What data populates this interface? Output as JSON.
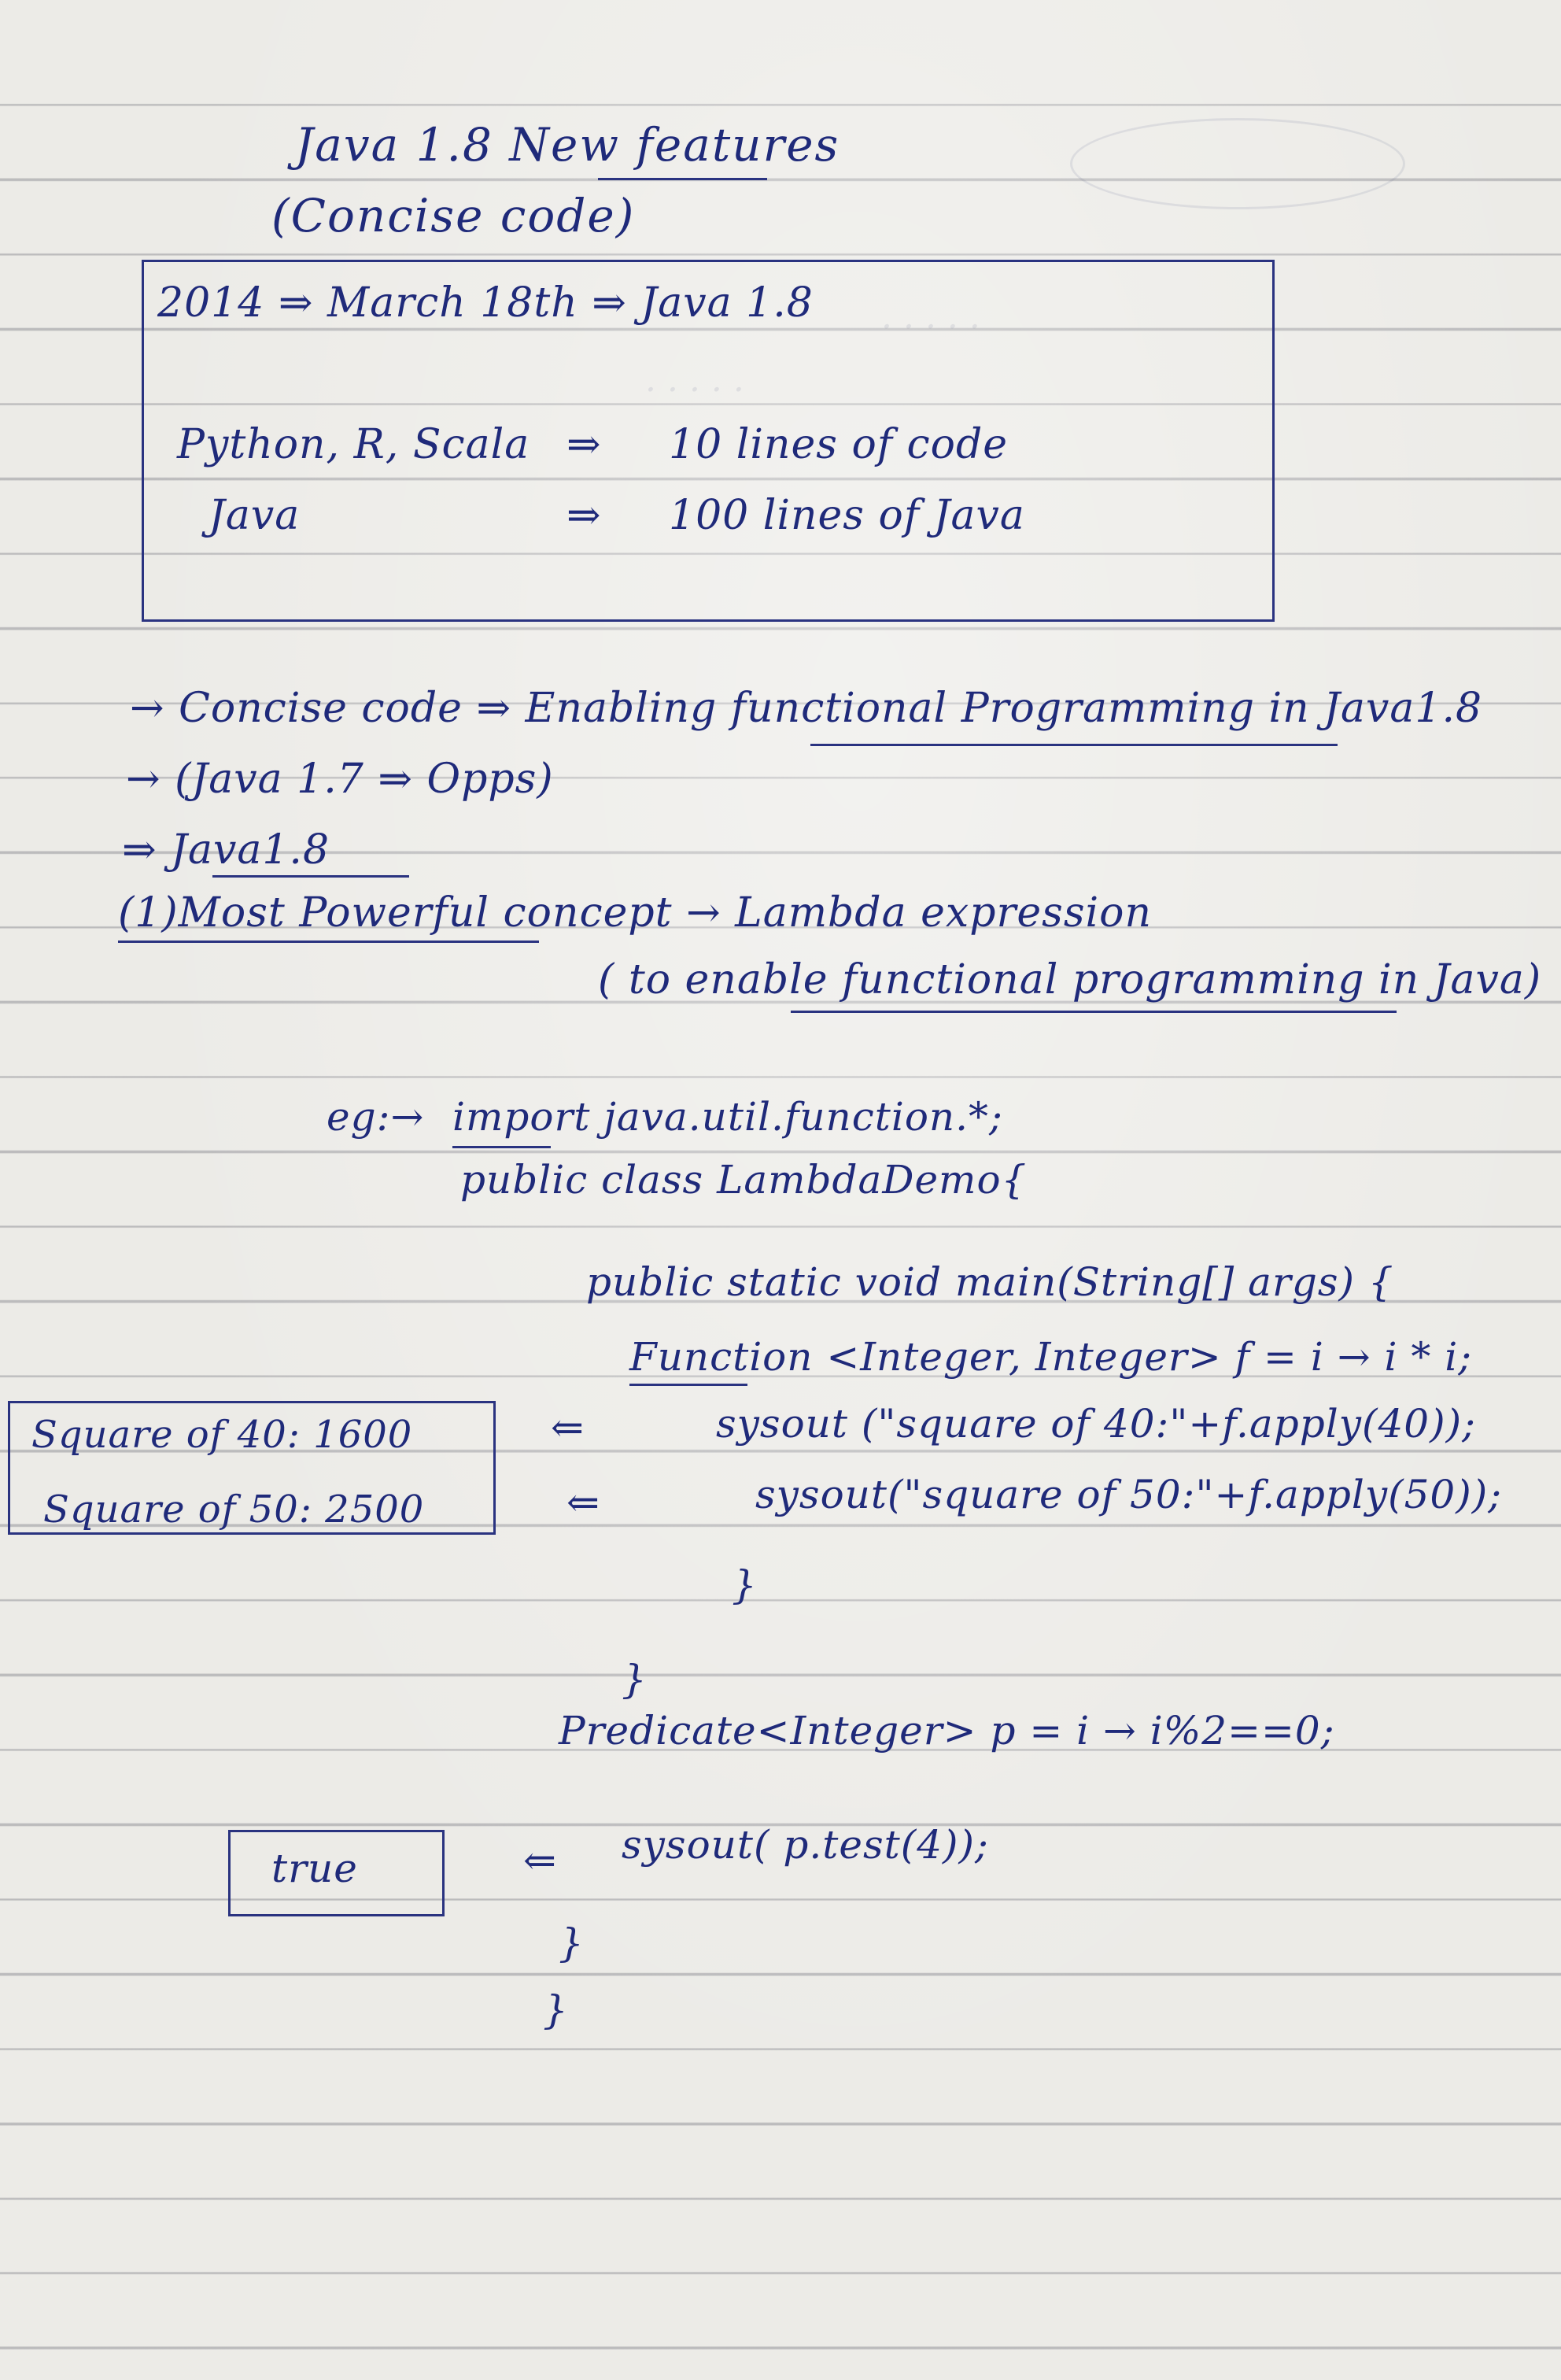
{
  "heading": {
    "title": "Java 1.8 New features",
    "subtitle": "(Concise code)"
  },
  "release_box": {
    "release_line": "2014 ⇒ March 18th ⇒ Java 1.8",
    "comparison": [
      {
        "language": "Python, R, Scala",
        "arrow": "⇒",
        "amount": "10 lines of code"
      },
      {
        "language": "Java",
        "arrow": "⇒",
        "amount": "100 lines of Java"
      }
    ]
  },
  "notes": {
    "line1": "→ Concise code ⇒ Enabling functional Programming in Java1.8",
    "line2": "→ (Java 1.7 ⇒ Opps)",
    "line3": "⇒ Java1.8",
    "line4": "(1)Most Powerful concept → Lambda expression",
    "line5": "( to enable functional programming in Java)"
  },
  "example": {
    "label": "eg:→",
    "import_line": "import java.util.function.*;",
    "class_line": "public class LambdaDemo{",
    "main_line": "public static void main(String[] args) {",
    "function_line": "Function <Integer, Integer> f = i → i * i;",
    "sysout1": "sysout (\"square of 40:\"+f.apply(40));",
    "sysout2": "sysout(\"square of 50:\"+f.apply(50));",
    "close1": "}",
    "predicate_close": "}",
    "predicate_line": "Predicate<Integer>   p = i → i%2==0;",
    "sysout3": "sysout( p.test(4));",
    "close2": "}",
    "close3": "}"
  },
  "outputs": {
    "square40": "Square of 40: 1600",
    "square50": "Square of 50: 2500",
    "predicate_result": "true",
    "arrow": "⇐"
  },
  "colors": {
    "ink": "#1f2a7a",
    "paper": "#ecebe7",
    "rule": "#6e6e78"
  }
}
